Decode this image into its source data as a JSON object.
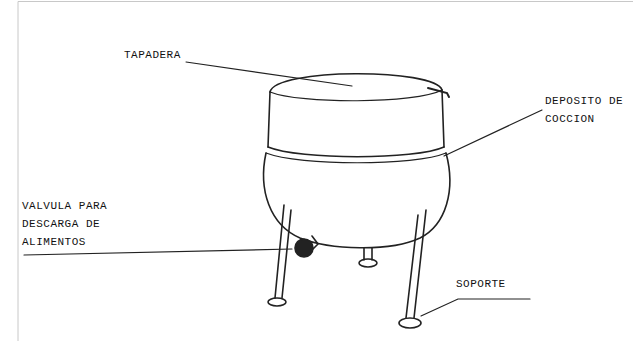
{
  "diagram": {
    "labels": [
      "TAPADERA",
      "DEPOSITO DE COCCION",
      "VALVULA PARA DESCARGA DE ALIMENTOS",
      "SOPORTE"
    ]
  }
}
